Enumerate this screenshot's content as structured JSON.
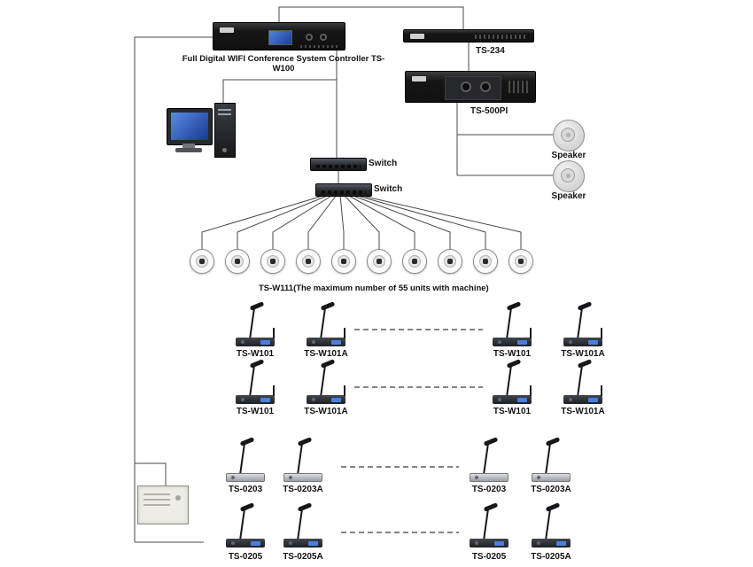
{
  "colors": {
    "device_black": "#1c1c1c",
    "screen_blue": "#3a6fd8",
    "wire": "#4a4a4a"
  },
  "devices": {
    "controller": {
      "label": "Full Digital WIFI Conference System Controller TS-W100"
    },
    "ts234": {
      "label": "TS-234"
    },
    "ts500pi": {
      "label": "TS-500PI"
    },
    "speaker_top": {
      "label": "Speaker"
    },
    "speaker_bottom": {
      "label": "Speaker"
    },
    "switch_top": {
      "label": "Switch"
    },
    "switch_bottom": {
      "label": "Switch"
    },
    "ceiling_note": "TS-W111(The maximum number of 55 units with machine)"
  },
  "mic_rows": {
    "row1": {
      "labels": [
        "TS-W101",
        "TS-W101A",
        "TS-W101",
        "TS-W101A"
      ]
    },
    "row2": {
      "labels": [
        "TS-W101",
        "TS-W101A",
        "TS-W101",
        "TS-W101A"
      ]
    },
    "row3": {
      "labels": [
        "TS-0203",
        "TS-0203A",
        "TS-0203",
        "TS-0203A"
      ]
    },
    "row4": {
      "labels": [
        "TS-0205",
        "TS-0205A",
        "TS-0205",
        "TS-0205A"
      ]
    }
  }
}
